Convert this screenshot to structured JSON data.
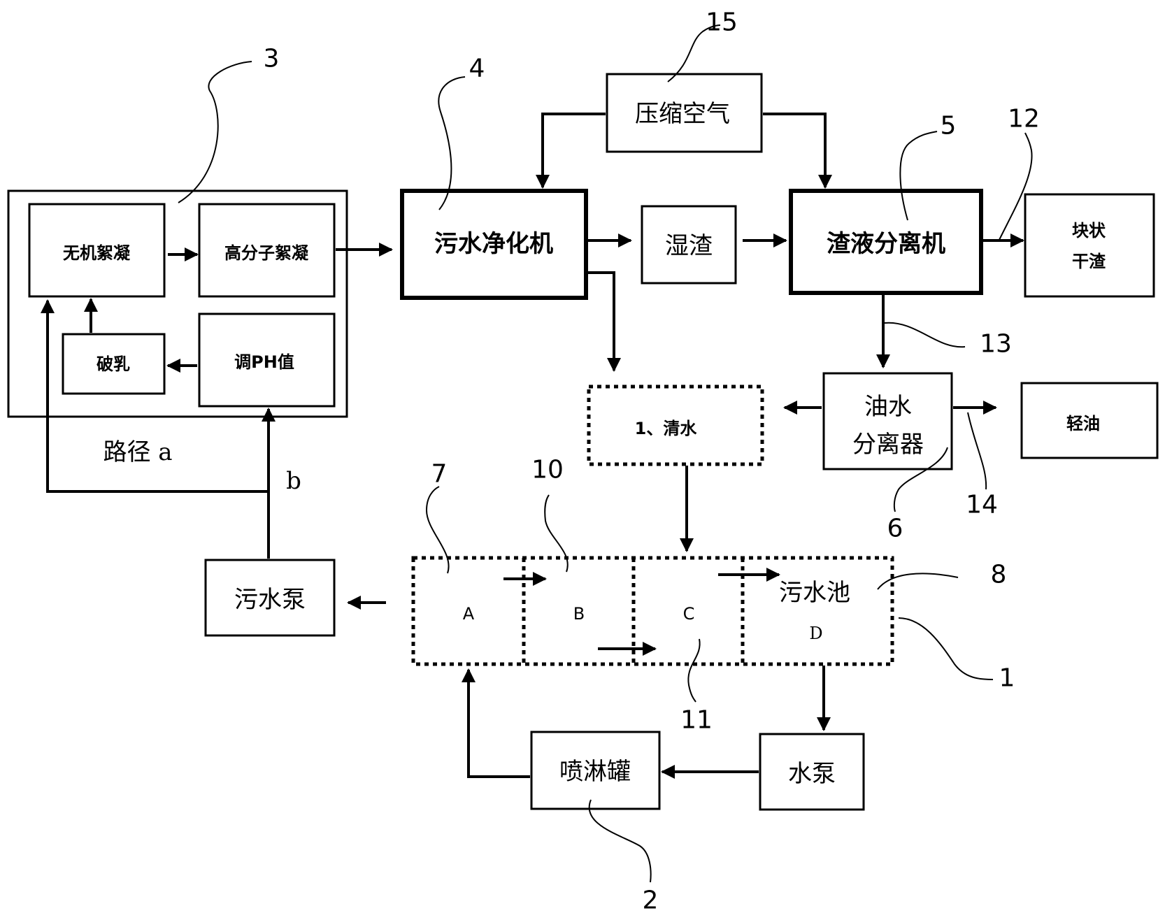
{
  "blocks": {
    "inorganic_floc": "无机絮凝",
    "polymer_floc": "高分子絮凝",
    "demulsify": "破乳",
    "adjust_ph": "调PH值",
    "purifier": "污水净化机",
    "wet_slag": "湿渣",
    "compressed_air": "压缩空气",
    "separator": "渣液分离机",
    "block_dry_slag_1": "块状",
    "block_dry_slag_2": "干渣",
    "oil_water_sep_1": "油水",
    "oil_water_sep_2": "分离器",
    "light_oil": "轻油",
    "clean_water": "1、清水",
    "sewage_pump": "污水泵",
    "spray_tank": "喷淋罐",
    "water_pump": "水泵",
    "sewage_pool": "污水池"
  },
  "pool_sections": [
    "A",
    "B",
    "C",
    "D"
  ],
  "path_labels": {
    "path_a": "路径 a",
    "path_b": "b"
  },
  "reference_numbers": {
    "n1": "1",
    "n2": "2",
    "n3": "3",
    "n4": "4",
    "n5": "5",
    "n6": "6",
    "n7": "7",
    "n8": "8",
    "n10": "10",
    "n11": "11",
    "n12": "12",
    "n13": "13",
    "n14": "14",
    "n15": "15"
  }
}
